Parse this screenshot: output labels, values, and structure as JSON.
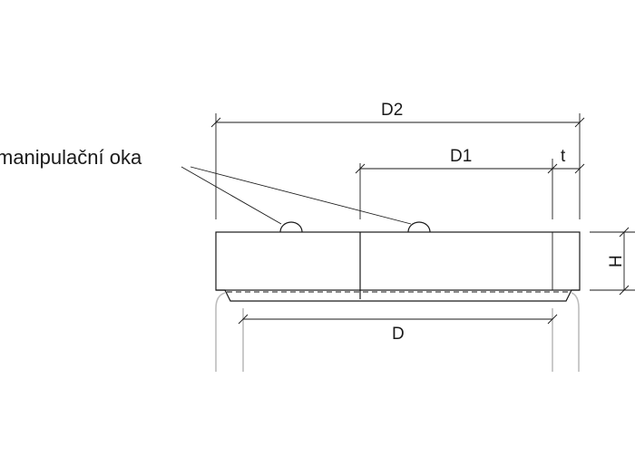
{
  "labels": {
    "annotation": "manipulační oka",
    "d2": "D2",
    "d1": "D1",
    "t": "t",
    "h": "H",
    "d": "D"
  },
  "colors": {
    "line": "#1a1a1a",
    "ghost": "#bdbdbd",
    "background": "#ffffff"
  }
}
